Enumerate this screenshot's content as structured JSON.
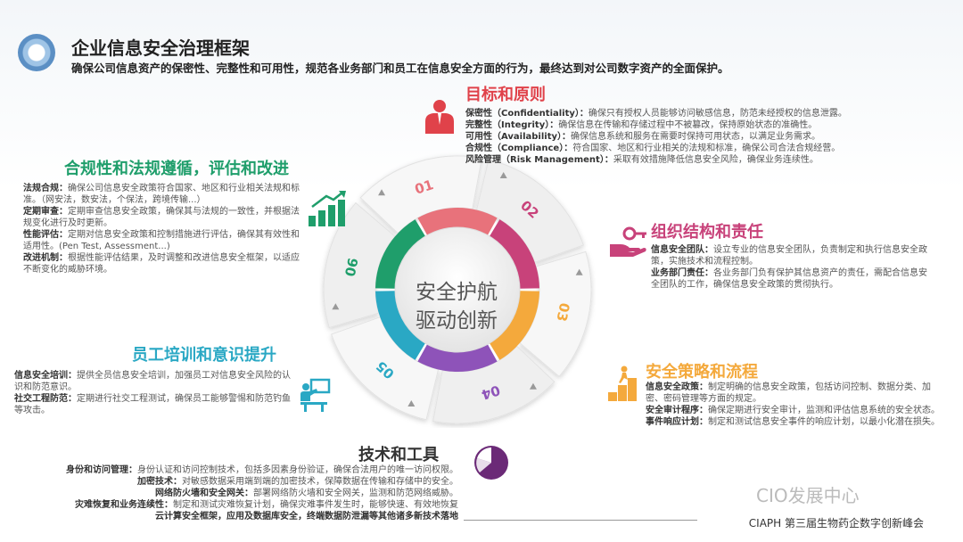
{
  "header": {
    "title": "企业信息安全治理框架",
    "subtitle": "确保公司信息资产的保密性、完整性和可用性，规范各业务部门和员工在信息安全方面的行为，最终达到对公司数字资产的全面保护。"
  },
  "center": {
    "line1": "安全护航",
    "line2": "驱动创新"
  },
  "segments": [
    "01",
    "02",
    "03",
    "04",
    "05",
    "06"
  ],
  "colors": {
    "s01": "#e8727b",
    "s02": "#c8427a",
    "s03": "#f4a93c",
    "s04": "#8e53b9",
    "s05": "#2aa8c4",
    "s06": "#1f9e6b"
  },
  "sections": {
    "goals": {
      "title": "目标和原则",
      "items": [
        {
          "label": "保密性（Confidentiality）：",
          "text": "确保只有授权人员能够访问敏感信息，防范未经授权的信息泄露。"
        },
        {
          "label": "完整性（Integrity）：",
          "text": "确保信息在传输和存储过程中不被篡改，保持原始状态的准确性。"
        },
        {
          "label": "可用性（Availability）：",
          "text": "确保信息系统和服务在需要时保持可用状态，以满足业务需求。"
        },
        {
          "label": "合规性（Compliance）：",
          "text": "符合国家、地区和行业相关的法规和标准，确保公司合法合规经营。"
        },
        {
          "label": "风险管理（Risk Management）：",
          "text": "采取有效措施降低信息安全风险，确保业务连续性。"
        }
      ]
    },
    "org": {
      "title": "组织结构和责任",
      "items": [
        {
          "label": "信息安全团队：",
          "text": "设立专业的信息安全团队，负责制定和执行信息安全政策，实施技术和流程控制。"
        },
        {
          "label": "业务部门责任：",
          "text": "各业务部门负有保护其信息资产的责任，需配合信息安全团队的工作，确保信息安全政策的贯彻执行。"
        }
      ]
    },
    "policy": {
      "title": "安全策略和流程",
      "items": [
        {
          "label": "信息安全政策：",
          "text": "制定明确的信息安全政策，包括访问控制、数据分类、加密、密码管理等方面的规定。"
        },
        {
          "label": "安全审计程序：",
          "text": "确保定期进行安全审计，监测和评估信息系统的安全状态。"
        },
        {
          "label": "事件响应计划：",
          "text": "制定和测试信息安全事件的响应计划，以最小化潜在损失。"
        }
      ]
    },
    "tech": {
      "title": "技术和工具",
      "items": [
        {
          "label": "身份和访问管理：",
          "text": "身份认证和访问控制技术，包括多因素身份验证，确保合法用户的唯一访问权限。"
        },
        {
          "label": "加密技术：",
          "text": "对敏感数据采用端到端的加密技术，保障数据在传输和存储中的安全。"
        },
        {
          "label": "网络防火墙和安全网关：",
          "text": "部署网络防火墙和安全网关，监测和防范网络威胁。"
        },
        {
          "label": "灾难恢复和业务连续性：",
          "text": "制定和测试灾难恢复计划，确保灾难事件发生时，能够快速、有效地恢复"
        },
        {
          "label": "",
          "text": "云计算安全框架，应用及数据库安全，终端数据防泄漏等其他诸多新技术落地"
        }
      ]
    },
    "training": {
      "title": "员工培训和意识提升",
      "items": [
        {
          "label": "信息安全培训：",
          "text": "提供全员信息安全培训，加强员工对信息安全风险的认识和防范意识。"
        },
        {
          "label": "社交工程防范：",
          "text": "定期进行社交工程测试，确保员工能够警惕和防范钓鱼等攻击。"
        }
      ]
    },
    "compliance": {
      "title": "合规性和法规遵循，评估和改进",
      "items": [
        {
          "label": "法规合规：",
          "text": "确保公司信息安全政策符合国家、地区和行业相关法规和标准。（网安法，数安法，个保法，跨境传输...）"
        },
        {
          "label": "定期审查：",
          "text": "定期审查信息安全政策，确保其与法规的一致性，并根据法规变化进行及时更新。"
        },
        {
          "label": "性能评估：",
          "text": "定期对信息安全政策和控制措施进行评估，确保其有效性和适用性。(Pen Test, Assessment...)"
        },
        {
          "label": "改进机制：",
          "text": "根据性能评估结果，及时调整和改进信息安全框架，以适应不断变化的威胁环境。"
        }
      ]
    }
  },
  "footer": {
    "conference": "CIAPH 第三届生物药企数字创新峰会",
    "watermark": "CIO发展中心"
  },
  "icons": [
    "businessman-icon",
    "handshake-key-icon",
    "stairs-person-icon",
    "pie-chart-icon",
    "presenter-icon",
    "growth-bars-icon"
  ]
}
